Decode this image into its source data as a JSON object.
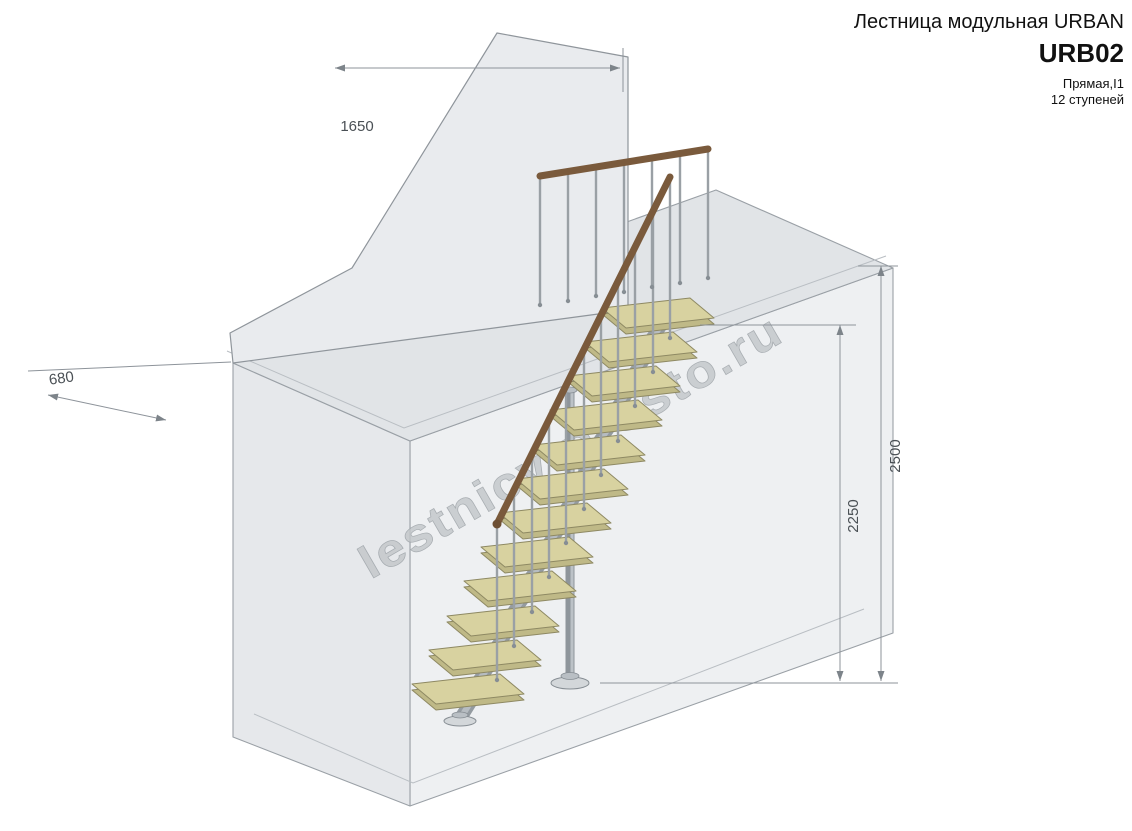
{
  "title": {
    "product": "Лестница модульная URBAN",
    "model": "URB02",
    "variant": "Прямая,I1",
    "steps": "12 ступеней"
  },
  "watermark": "lestnicy-prosto.ru",
  "dimensions": {
    "wall_width": "1650",
    "platform_depth": "680",
    "total_height": "2500",
    "floor_to_platform": "2250"
  },
  "drawing": {
    "step_count": 12,
    "colors": {
      "step_wood": "#d8d2a0",
      "handrail_wood": "#7a5a3c",
      "metal": "#8e959b",
      "structure_outline": "#9aa0a6",
      "dimension_text": "#4a5055"
    }
  }
}
